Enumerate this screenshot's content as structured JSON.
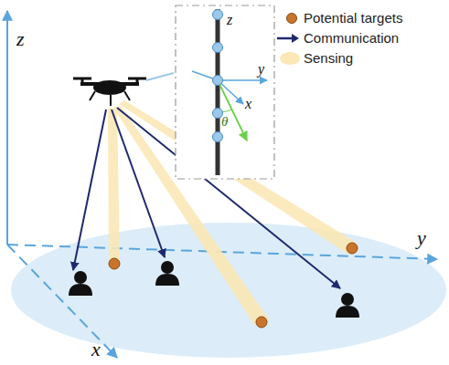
{
  "diagram": {
    "labels": [
      "z",
      "y",
      "x",
      "z",
      "y",
      "x",
      "θ"
    ],
    "legend": [
      {
        "text": "Potential targets",
        "color": "#c8742a"
      },
      {
        "text": "Communication"
      },
      {
        "text": "Sensing",
        "color": "#fbe8b6"
      }
    ]
  }
}
